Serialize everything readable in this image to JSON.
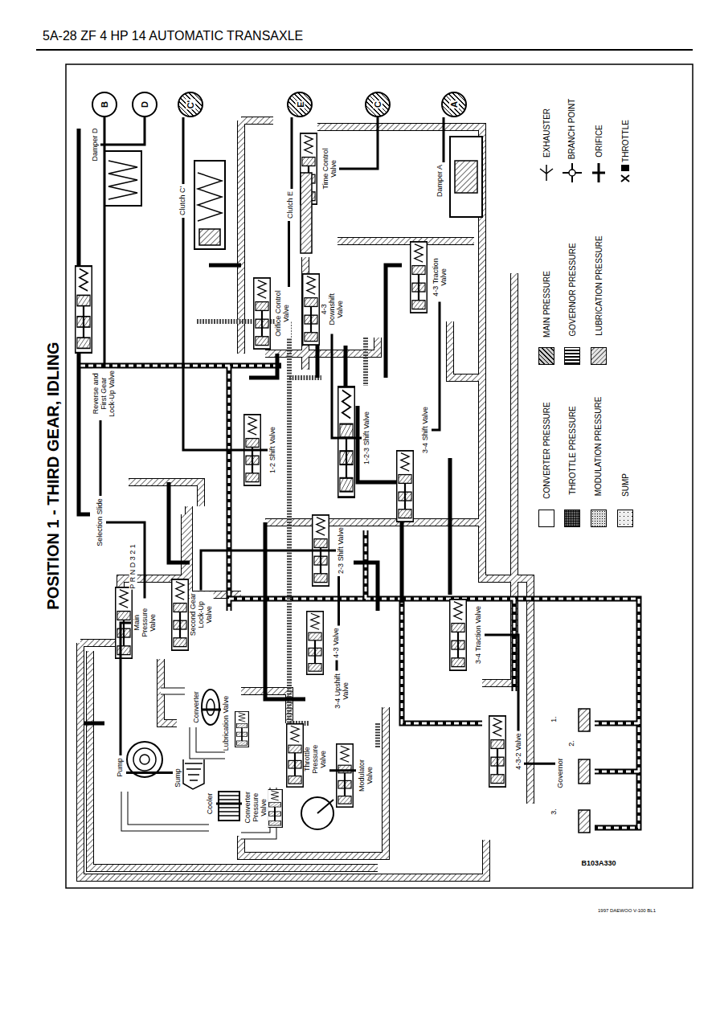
{
  "diagram": {
    "title": "POSITION 1 - THIRD GEAR, IDLING",
    "nodes": [
      {
        "text": [
          "B"
        ]
      },
      {
        "text": [
          "D"
        ]
      },
      {
        "text": [
          "C'"
        ]
      },
      {
        "text": [
          "E"
        ]
      },
      {
        "text": [
          "C"
        ]
      },
      {
        "text": [
          "A"
        ]
      },
      {
        "text": [
          "Damper D"
        ]
      },
      {
        "text": [
          "Clutch C'"
        ]
      },
      {
        "text": [
          "Clutch E"
        ]
      },
      {
        "text": [
          "Time Control Valve"
        ]
      },
      {
        "text": [
          "Damper A"
        ]
      },
      {
        "text": [
          "Orifice Control Valve"
        ]
      },
      {
        "text": [
          "4-3 Downshift Valve"
        ]
      },
      {
        "text": [
          "4-3 Traction Valve"
        ]
      },
      {
        "text": [
          "Reverse and First Gear Lock-Up Valve"
        ]
      },
      {
        "text": [
          "1-2 Shift Valve"
        ]
      },
      {
        "text": [
          "1-2-3 Shift Valve"
        ]
      },
      {
        "text": [
          "3-4 Shift Valve"
        ]
      },
      {
        "text": [
          "Selection Slide"
        ]
      },
      {
        "text": [
          "2-3 Shift Valve"
        ]
      },
      {
        "text": [
          "Main Pressure Valve"
        ]
      },
      {
        "text": [
          "Second Gear Lock-Up Valve"
        ]
      },
      {
        "text": [
          "4-3 Valve"
        ]
      },
      {
        "text": [
          "3-4 Upshift Valve"
        ]
      },
      {
        "text": [
          "3-4 Traction Valve"
        ]
      },
      {
        "text": [
          "Converter"
        ]
      },
      {
        "text": [
          "Lubrication Valve"
        ]
      },
      {
        "text": [
          "Pump"
        ]
      },
      {
        "text": [
          "Sump"
        ]
      },
      {
        "text": [
          "Cooler"
        ]
      },
      {
        "text": [
          "Converter Pressure Valve"
        ]
      },
      {
        "text": [
          "Throttle Pressure Valve"
        ]
      },
      {
        "text": [
          "Modulator Valve"
        ]
      },
      {
        "text": [
          "4-3-2 Valve"
        ]
      },
      {
        "text": [
          "Governor"
        ]
      }
    ],
    "edges": [
      {
        "from": 0,
        "to": 14,
        "arrow": "none"
      },
      {
        "from": 1,
        "to": 6,
        "arrow": "none"
      },
      {
        "from": 2,
        "to": 7,
        "arrow": "none"
      },
      {
        "from": 3,
        "to": 8,
        "arrow": "none"
      },
      {
        "from": 4,
        "to": 9,
        "arrow": "none"
      },
      {
        "from": 5,
        "to": 10,
        "arrow": "none"
      },
      {
        "from": 7,
        "to": 15,
        "arrow": "none"
      },
      {
        "from": 8,
        "to": 11,
        "arrow": "none"
      },
      {
        "from": 12,
        "to": 16,
        "arrow": "none"
      },
      {
        "from": 13,
        "to": 17,
        "arrow": "none"
      },
      {
        "from": 27,
        "to": 20,
        "arrow": "none"
      },
      {
        "from": 20,
        "to": 18,
        "arrow": "none"
      },
      {
        "from": 18,
        "to": 14,
        "arrow": "none"
      },
      {
        "from": 30,
        "to": 29,
        "arrow": "none"
      },
      {
        "from": 25,
        "to": 26,
        "arrow": "none"
      },
      {
        "from": 31,
        "to": 32,
        "arrow": "none"
      },
      {
        "from": 34,
        "to": 33,
        "arrow": "none"
      },
      {
        "from": 33,
        "to": 24,
        "arrow": "none"
      },
      {
        "from": 19,
        "to": 22,
        "arrow": "none"
      },
      {
        "from": 22,
        "to": 23,
        "arrow": "none"
      },
      {
        "from": 21,
        "to": 19,
        "arrow": "none"
      },
      {
        "from": 27,
        "to": 28,
        "arrow": "none"
      }
    ],
    "labels": [
      "5A-28 ZF 4 HP 14 AUTOMATIC TRANSAXLE",
      "P R N D 3 2 1",
      "1.",
      "2.",
      "3.",
      "B103A330",
      "1997 DAEWOO V-100 BL1"
    ],
    "legend": [
      {
        "text": "CONVERTER PRESSURE",
        "color": "#ffffff"
      },
      {
        "text": "THROTTLE PRESSURE",
        "color": "#666666"
      },
      {
        "text": "MODULATION PRESSURE",
        "color": "#dddddd"
      },
      {
        "text": "SUMP",
        "color": "#eeeeee"
      },
      {
        "text": "MAIN PRESSURE",
        "color": "#cccccc"
      },
      {
        "text": "GOVERNOR PRESSURE",
        "color": "#333333"
      },
      {
        "text": "LUBRICATION PRESSURE",
        "color": "#e4e4e4"
      },
      {
        "text": "EXHAUSTER"
      },
      {
        "text": "BRANCH POINT"
      },
      {
        "text": "ORIFICE"
      },
      {
        "text": "THROTTLE"
      }
    ]
  }
}
